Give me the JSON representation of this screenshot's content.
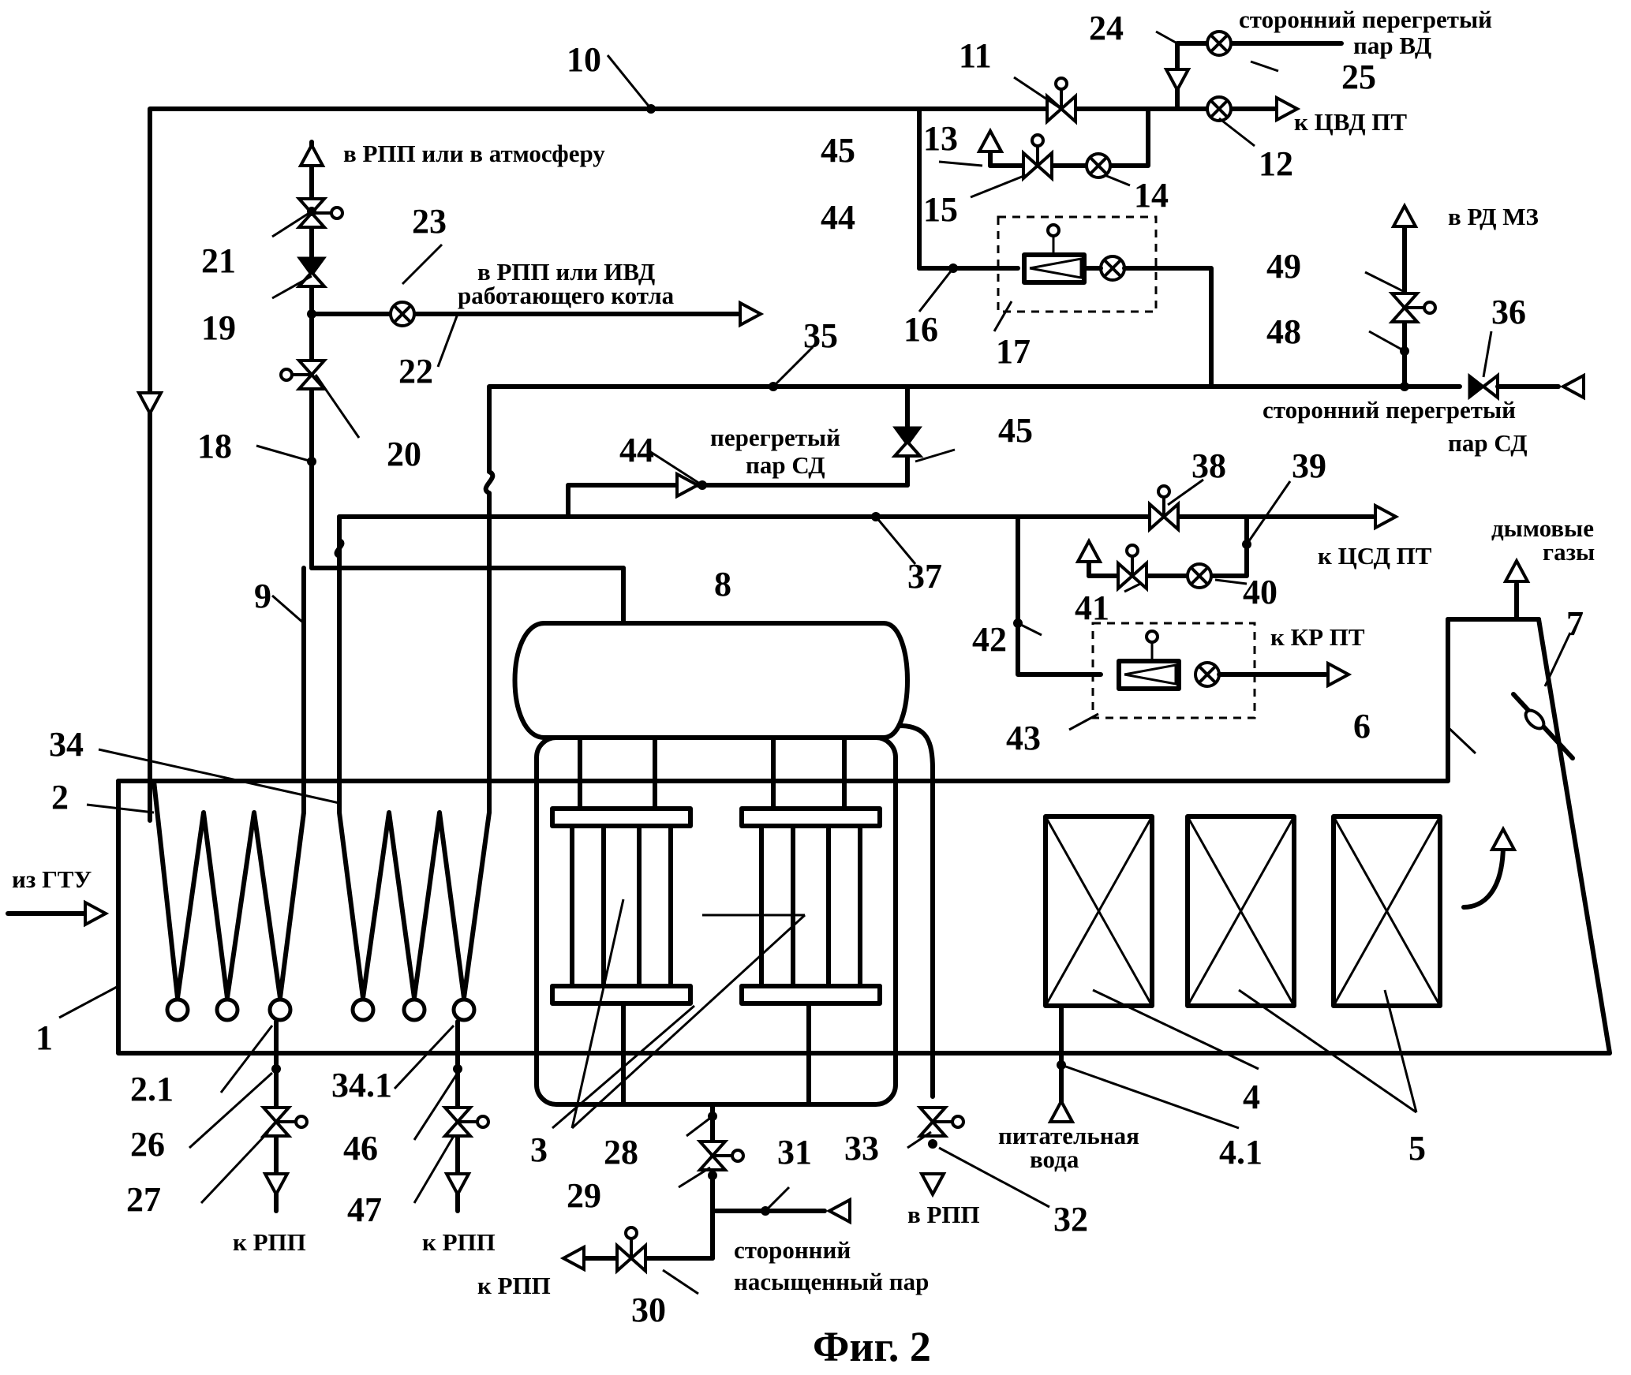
{
  "labels": {
    "n1": "1",
    "n2": "2",
    "n2_1": "2.1",
    "n3": "3",
    "n4": "4",
    "n4_1": "4.1",
    "n5": "5",
    "n6": "6",
    "n7": "7",
    "n8": "8",
    "n9": "9",
    "n10": "10",
    "n11": "11",
    "n12": "12",
    "n13": "13",
    "n14": "14",
    "n15": "15",
    "n16": "16",
    "n17": "17",
    "n18": "18",
    "n19": "19",
    "n20": "20",
    "n21": "21",
    "n22": "22",
    "n23": "23",
    "n24": "24",
    "n25": "25",
    "n26": "26",
    "n27": "27",
    "n28": "28",
    "n29": "29",
    "n30": "30",
    "n31": "31",
    "n32": "32",
    "n33": "33",
    "n34": "34",
    "n34_1": "34.1",
    "n35": "35",
    "n36": "36",
    "n37": "37",
    "n38": "38",
    "n39": "39",
    "n40": "40",
    "n41": "41",
    "n42": "42",
    "n43": "43",
    "n44": "44",
    "n44b": "44",
    "n45": "45",
    "n45b": "45",
    "n46": "46",
    "n47": "47",
    "n48": "48",
    "n49": "49"
  },
  "texts": {
    "third_party_hp_1": "сторонний перегретый",
    "third_party_hp_2": "пар ВД",
    "to_hpc": "к ЦВД ПТ",
    "to_rpp_or_atm": "в РПП или в атмосферу",
    "to_rpp_or_ivd_1": "в РПП или ИВД",
    "to_rpp_or_ivd_2": "работающего котла",
    "to_rd_mz": "в РД МЗ",
    "third_party_mp_1": "сторонний перегретый",
    "third_party_mp_2": "пар СД",
    "sup_mp_1": "перегретый",
    "sup_mp_2": "пар СД",
    "to_ipc": "к ЦСД ПТ",
    "to_kr": "к КР ПТ",
    "flue_1": "дымовые",
    "flue_2": "газы",
    "from_gtu": "из ГТУ",
    "to_rpp_a": "к РПП",
    "to_rpp_b": "к РПП",
    "to_rpp_c": "к РПП",
    "in_rpp": "в РПП",
    "third_party_sat_1": "сторонний",
    "third_party_sat_2": "насыщенный пар",
    "feed_water_1": "питательная",
    "feed_water_2": "вода"
  },
  "caption": "Фиг. 2"
}
